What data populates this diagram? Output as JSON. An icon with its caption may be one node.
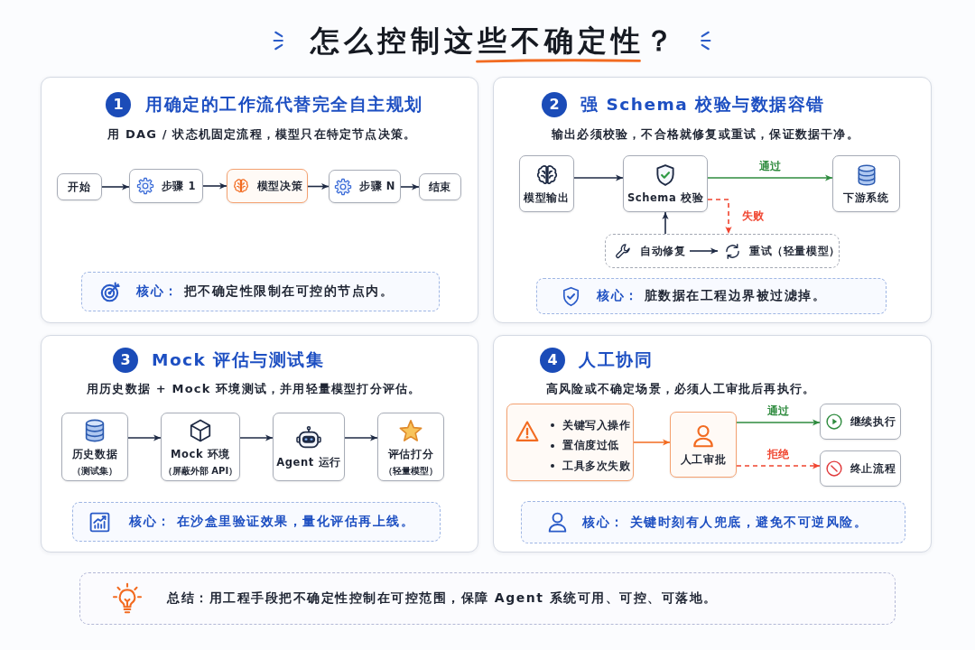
{
  "diagram": {
    "title": "怎么控制这些不确定性？",
    "nodes": [
      {
        "text": [
          "1",
          "用确定的工作流代替完全自主规划",
          "用 DAG / 状态机固定流程，模型只在特定节点决策。"
        ]
      },
      {
        "text": [
          "开始"
        ],
        "in": 0
      },
      {
        "text": [
          "步骤 1"
        ],
        "in": 0
      },
      {
        "text": [
          "模型决策"
        ],
        "in": 0
      },
      {
        "text": [
          "步骤 N"
        ],
        "in": 0
      },
      {
        "text": [
          "结束"
        ],
        "in": 0
      },
      {
        "text": [
          "核心：",
          "把不确定性限制在可控的节点内。"
        ],
        "in": 0
      },
      {
        "text": [
          "2",
          "强 Schema 校验与数据容错",
          "输出必须校验，不合格就修复或重试，保证数据干净。"
        ]
      },
      {
        "text": [
          "模型输出"
        ],
        "in": 7
      },
      {
        "text": [
          "Schema 校验"
        ],
        "in": 7
      },
      {
        "text": [
          "下游系统"
        ],
        "in": 7
      },
      {
        "text": [],
        "shape": "box",
        "in": 7
      },
      {
        "text": [
          "自动修复"
        ],
        "in": 11
      },
      {
        "text": [
          "重试（轻量模型）"
        ],
        "in": 11
      },
      {
        "text": [
          "核心：",
          "脏数据在工程边界被过滤掉。"
        ],
        "in": 7
      },
      {
        "text": [
          "3",
          "Mock 评估与测试集",
          "用历史数据 + Mock 环境测试，并用轻量模型打分评估。"
        ]
      },
      {
        "text": [
          "历史数据",
          "（测试集）"
        ],
        "in": 15
      },
      {
        "text": [
          "Mock 环境",
          "（屏蔽外部 API）"
        ],
        "in": 15
      },
      {
        "text": [
          "Agent 运行"
        ],
        "in": 15
      },
      {
        "text": [
          "评估打分",
          "（轻量模型）"
        ],
        "in": 15
      },
      {
        "text": [
          "核心：",
          "在沙盒里验证效果，量化评估再上线。"
        ],
        "in": 15
      },
      {
        "text": [
          "4",
          "人工协同",
          "高风险或不确定场景，必须人工审批后再执行。"
        ]
      },
      {
        "text": [
          "关键写入操作",
          "置信度过低",
          "工具多次失败"
        ],
        "in": 21
      },
      {
        "text": [
          "人工审批"
        ],
        "in": 21
      },
      {
        "text": [
          "继续执行"
        ],
        "in": 21
      },
      {
        "text": [
          "终止流程"
        ],
        "in": 21
      },
      {
        "text": [
          "核心：",
          "关键时刻有人兜底，避免不可逆风险。"
        ],
        "in": 21
      },
      {
        "text": [
          "总结：用工程手段把不确定性控制在可控范围，保障 Agent 系统可用、可控、可落地。"
        ]
      }
    ],
    "edges": [
      {
        "from": 1,
        "to": 2,
        "arrow": "to"
      },
      {
        "from": 2,
        "to": 3,
        "arrow": "to"
      },
      {
        "from": 3,
        "to": 4,
        "arrow": "to"
      },
      {
        "from": 4,
        "to": 5,
        "arrow": "to"
      },
      {
        "from": 8,
        "to": 9,
        "arrow": "to"
      },
      {
        "from": 9,
        "to": 10,
        "arrow": "to",
        "label": "通过",
        "color": "#2e8b3e"
      },
      {
        "from": 9,
        "to": 11,
        "arrow": "to",
        "label": "失败",
        "style": "dashed",
        "color": "#f0442f"
      },
      {
        "from": 11,
        "to": 9,
        "arrow": "to"
      },
      {
        "from": 12,
        "to": 13,
        "arrow": "to"
      },
      {
        "from": 16,
        "to": 17,
        "arrow": "to"
      },
      {
        "from": 17,
        "to": 18,
        "arrow": "to"
      },
      {
        "from": 18,
        "to": 19,
        "arrow": "to"
      },
      {
        "from": 22,
        "to": 23,
        "arrow": "to",
        "color": "#f26b21"
      },
      {
        "from": 23,
        "to": 24,
        "arrow": "to",
        "label": "通过",
        "color": "#2e8b3e"
      },
      {
        "from": 23,
        "to": 25,
        "arrow": "to",
        "label": "拒绝",
        "style": "dashed",
        "color": "#f0442f"
      }
    ]
  }
}
